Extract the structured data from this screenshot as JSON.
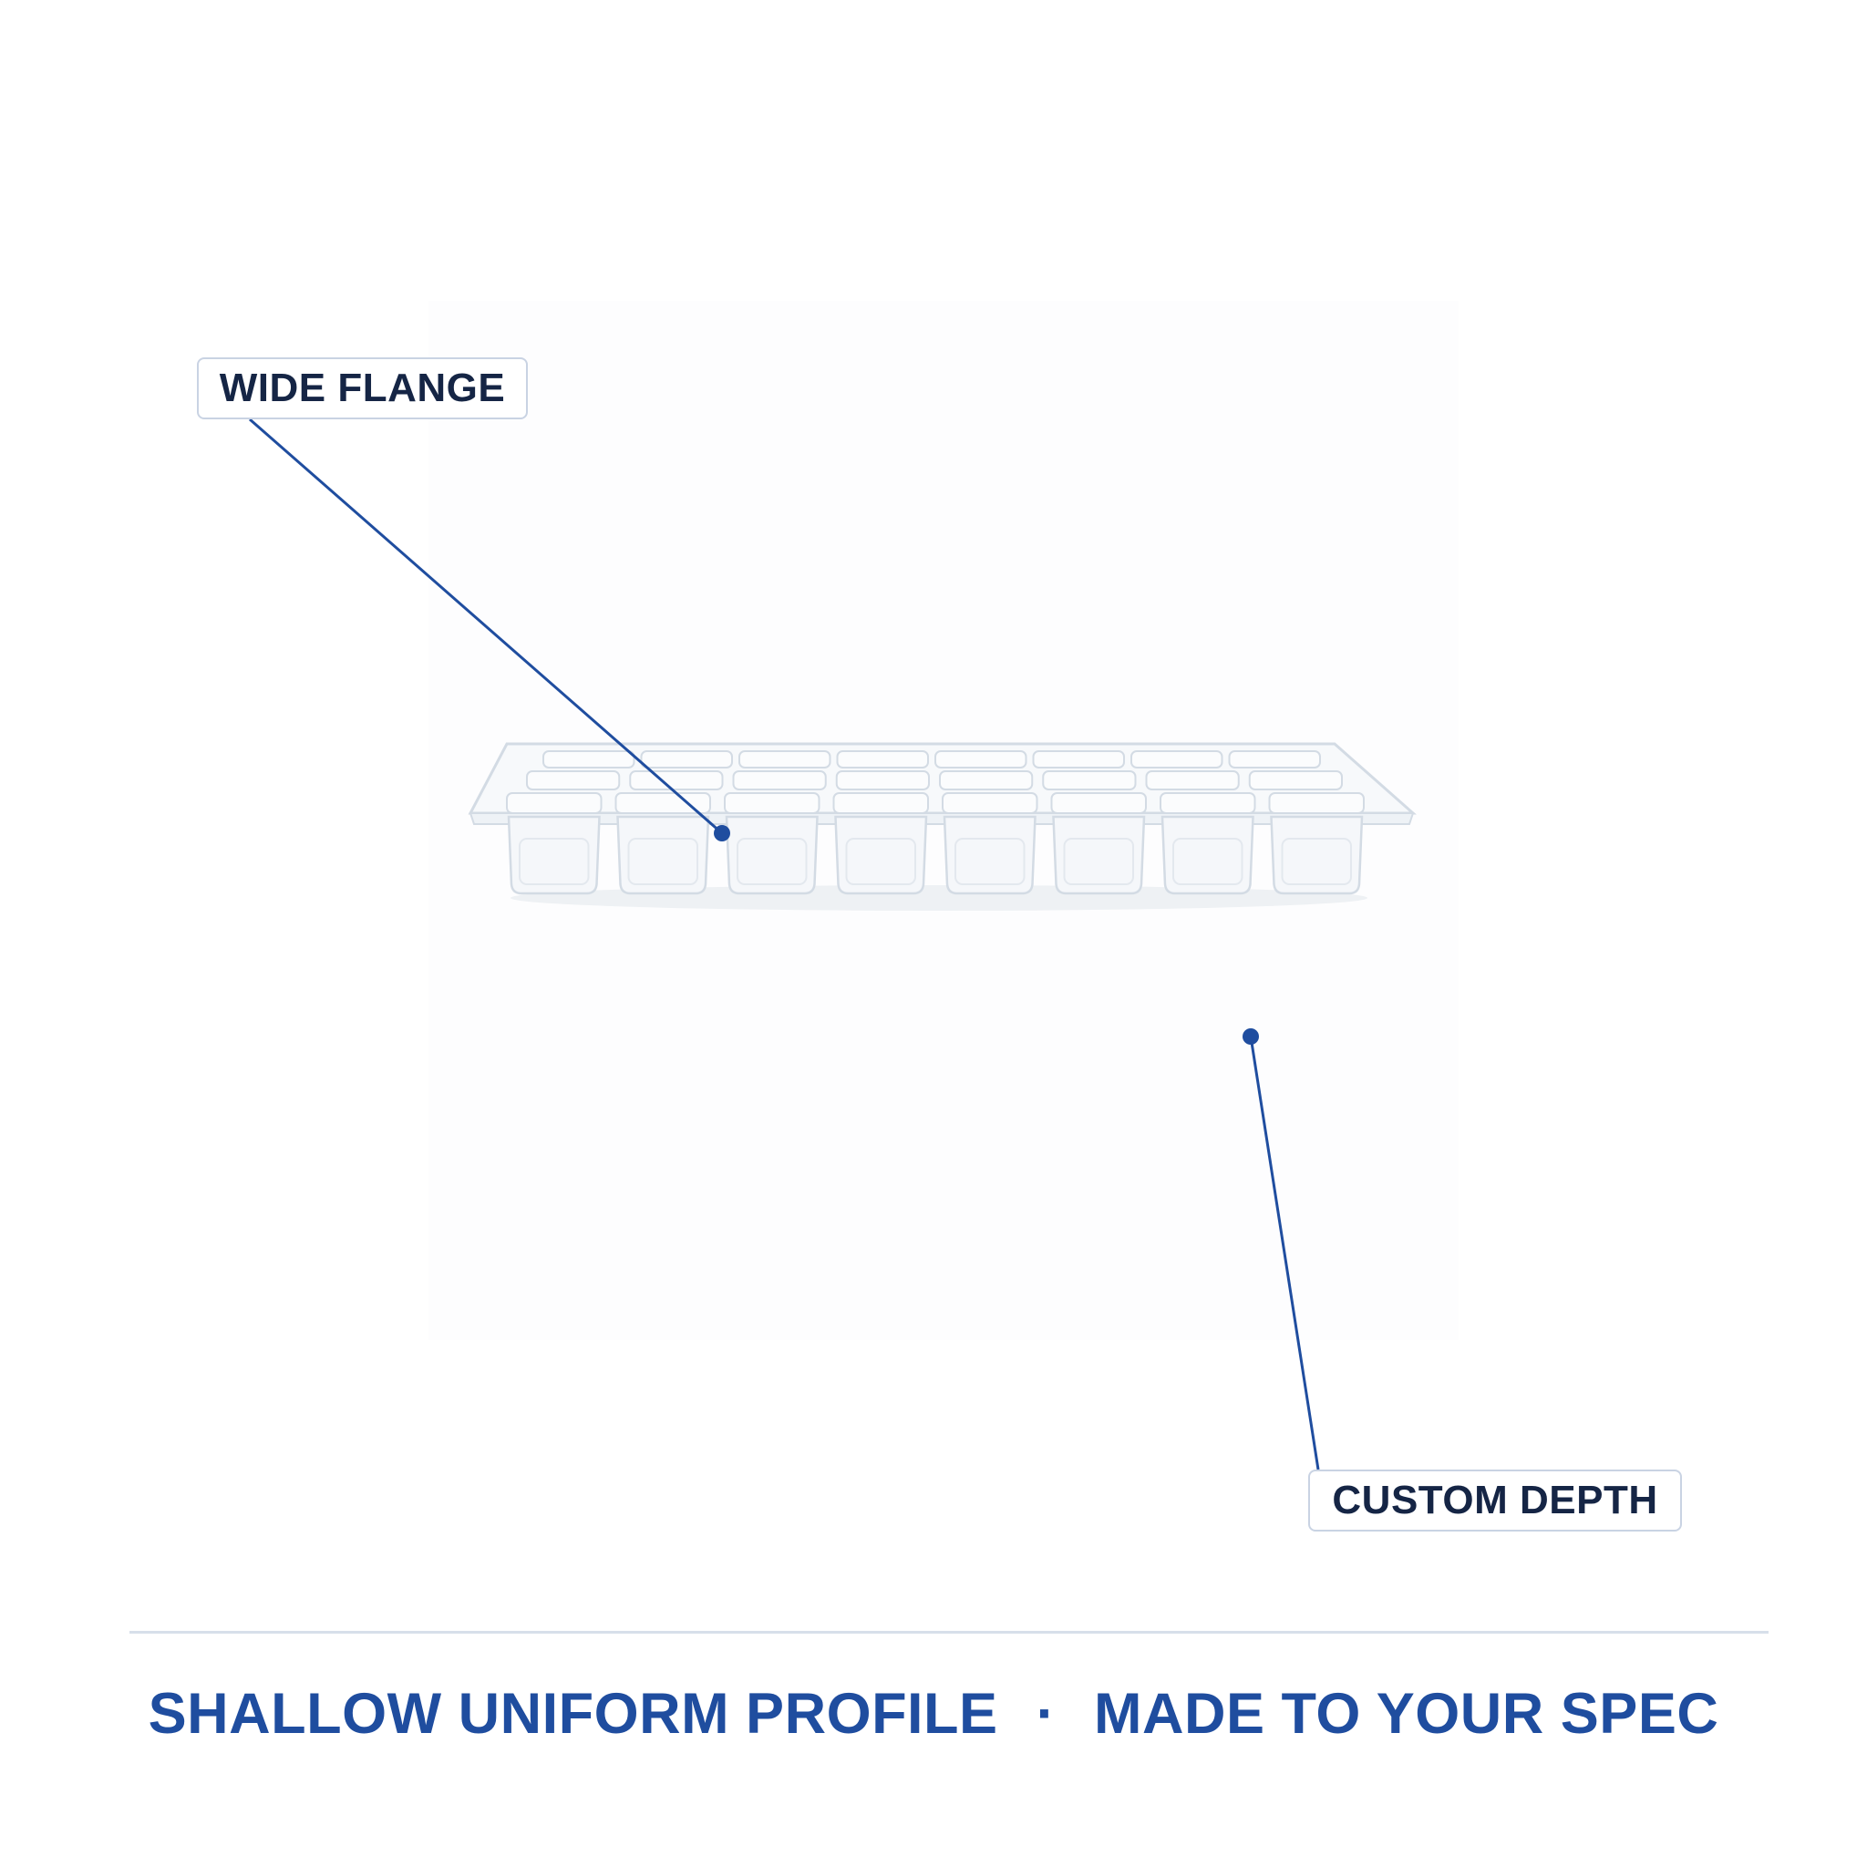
{
  "callouts": {
    "flange_label": "WIDE FLANGE",
    "depth_label": "CUSTOM DEPTH"
  },
  "tagline": {
    "left": "SHALLOW UNIFORM PROFILE",
    "separator": "·",
    "right": "MADE TO YOUR SPEC"
  },
  "product": {
    "name": "clear-thermoformed-cavity-tray",
    "cavity_rows": 3,
    "cavity_columns": 8
  },
  "colors": {
    "accent": "#1f4d9f",
    "label_text": "#152545",
    "label_border": "#c9d3e3",
    "divider": "#d7dfea",
    "tray_edge": "#d3dbe4"
  }
}
